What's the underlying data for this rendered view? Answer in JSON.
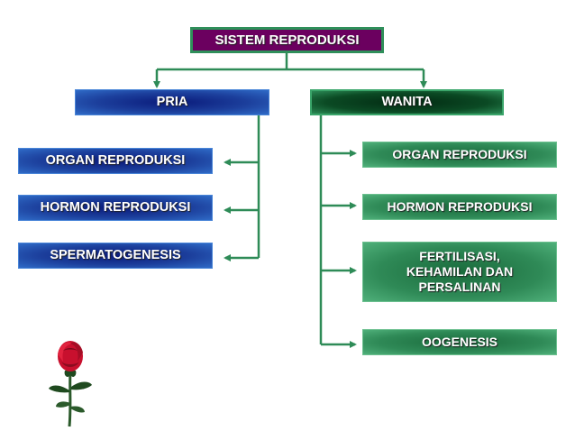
{
  "root": {
    "label": "SISTEM REPRODUKSI"
  },
  "pria": {
    "label": "PRIA",
    "items": [
      "ORGAN REPRODUKSI",
      "HORMON REPRODUKSI",
      "SPERMATOGENESIS"
    ]
  },
  "wanita": {
    "label": "WANITA",
    "items": [
      "ORGAN REPRODUKSI",
      "HORMON REPRODUKSI",
      "FERTILISASI,\nKEHAMILAN DAN\nPERSALINAN",
      "OOGENESIS"
    ]
  },
  "colors": {
    "connector": "#2e8b57",
    "root_fill": "#6b005f",
    "pria_fill": "#1c3f9c",
    "wanita_fill": "#0b4a24",
    "wanita_item_fill": "#2f8a57"
  },
  "decoration": {
    "icon": "red-rose-icon"
  }
}
